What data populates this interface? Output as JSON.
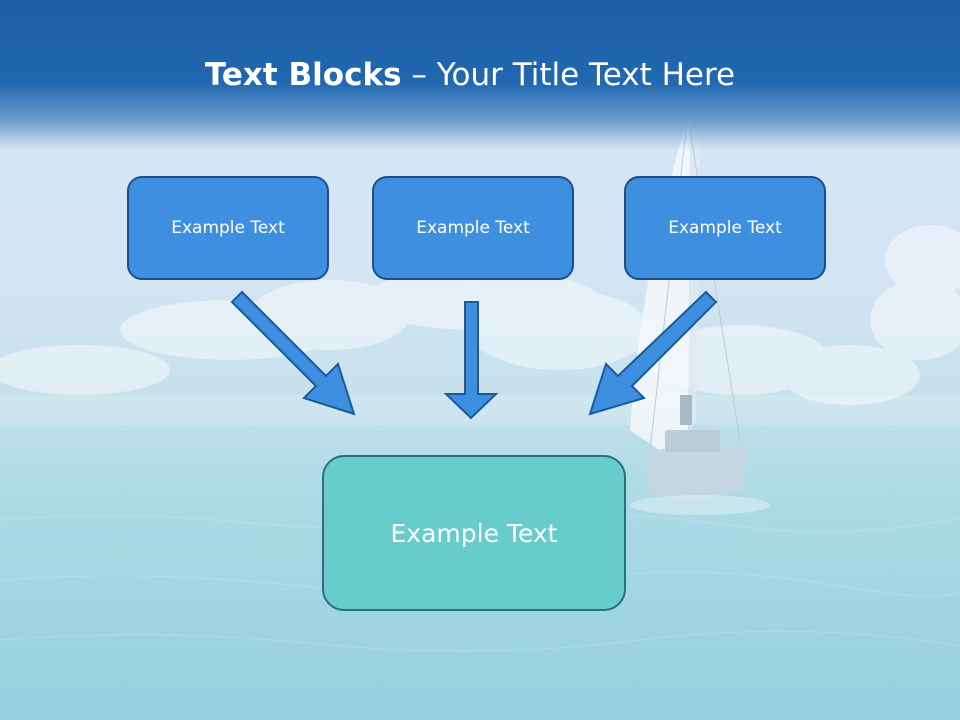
{
  "title": {
    "bold": "Text Blocks",
    "dash": "–",
    "rest": "Your Title Text Here"
  },
  "blocks": {
    "top": [
      {
        "label": "Example Text"
      },
      {
        "label": "Example Text"
      },
      {
        "label": "Example Text"
      }
    ],
    "bottom": {
      "label": "Example Text"
    }
  },
  "colors": {
    "header": "#1c5fa6",
    "top_block_fill": "#3e8fe0",
    "top_block_border": "#1b4f8a",
    "bottom_block_fill": "#66cdcc",
    "arrow_fill": "#3e8fe0"
  },
  "background": {
    "image": "sailboat-on-sea",
    "icon": "sailboat-icon"
  }
}
